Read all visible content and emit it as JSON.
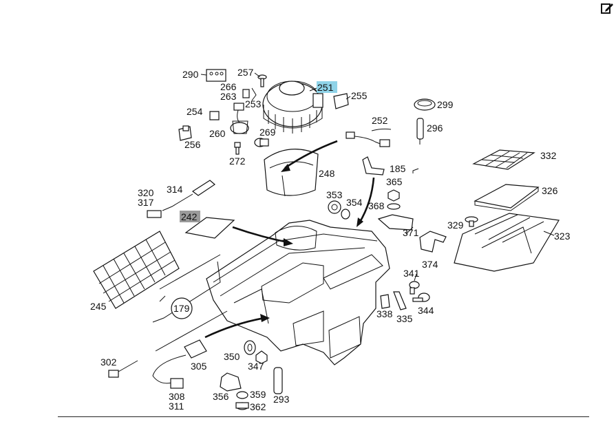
{
  "toolbar": {
    "edit_icon": "edit-icon"
  },
  "diagram": {
    "highlighted_callouts": [
      "251",
      "242"
    ],
    "callouts": [
      {
        "id": "c290",
        "text": "290"
      },
      {
        "id": "c257",
        "text": "257"
      },
      {
        "id": "c266",
        "text": "266"
      },
      {
        "id": "c263",
        "text": "263"
      },
      {
        "id": "c253",
        "text": "253"
      },
      {
        "id": "c251",
        "text": "251"
      },
      {
        "id": "c255",
        "text": "255"
      },
      {
        "id": "c254",
        "text": "254"
      },
      {
        "id": "c260",
        "text": "260"
      },
      {
        "id": "c269",
        "text": "269"
      },
      {
        "id": "c256",
        "text": "256"
      },
      {
        "id": "c272",
        "text": "272"
      },
      {
        "id": "c252",
        "text": "252"
      },
      {
        "id": "c299",
        "text": "299"
      },
      {
        "id": "c296",
        "text": "296"
      },
      {
        "id": "c248",
        "text": "248"
      },
      {
        "id": "c185",
        "text": "185"
      },
      {
        "id": "c365",
        "text": "365"
      },
      {
        "id": "c332",
        "text": "332"
      },
      {
        "id": "c320",
        "text": "320"
      },
      {
        "id": "c314",
        "text": "314"
      },
      {
        "id": "c317",
        "text": "317"
      },
      {
        "id": "c353",
        "text": "353"
      },
      {
        "id": "c354",
        "text": "354"
      },
      {
        "id": "c368",
        "text": "368"
      },
      {
        "id": "c326",
        "text": "326"
      },
      {
        "id": "c242",
        "text": "242"
      },
      {
        "id": "c329",
        "text": "329"
      },
      {
        "id": "c371",
        "text": "371"
      },
      {
        "id": "c323",
        "text": "323"
      },
      {
        "id": "c374",
        "text": "374"
      },
      {
        "id": "c341",
        "text": "341"
      },
      {
        "id": "c245",
        "text": "245"
      },
      {
        "id": "c179",
        "text": "179"
      },
      {
        "id": "c338",
        "text": "338"
      },
      {
        "id": "c344",
        "text": "344"
      },
      {
        "id": "c335",
        "text": "335"
      },
      {
        "id": "c350",
        "text": "350"
      },
      {
        "id": "c302",
        "text": "302"
      },
      {
        "id": "c305",
        "text": "305"
      },
      {
        "id": "c347",
        "text": "347"
      },
      {
        "id": "c308",
        "text": "308"
      },
      {
        "id": "c356",
        "text": "356"
      },
      {
        "id": "c359",
        "text": "359"
      },
      {
        "id": "c293",
        "text": "293"
      },
      {
        "id": "c311",
        "text": "311"
      },
      {
        "id": "c362",
        "text": "362"
      }
    ]
  }
}
